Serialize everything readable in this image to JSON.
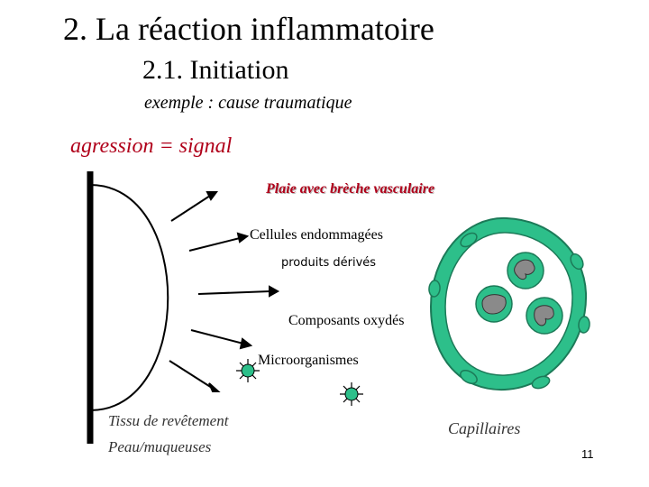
{
  "title": "2. La réaction inflammatoire",
  "subtitle": "2.1. Initiation",
  "example": "exemple : cause traumatique",
  "agression": "agression  = signal",
  "labels": {
    "plaie": "Plaie avec brèche vasculaire",
    "cellules": "Cellules endommagées",
    "produits": "produits dérivés",
    "oxydes": "Composants oxydés",
    "micro": "Microorganismes"
  },
  "tissu": {
    "line1": "Tissu de revêtement",
    "line2": "Peau/muqueuses"
  },
  "capillaires": "Capillaires",
  "page_number": "11",
  "colors": {
    "accent_red": "#b0001a",
    "cell_green": "#2dbf8a",
    "nucleus_gray": "#8a8a8a"
  },
  "icons": [
    "microorganism-icon",
    "capillary-cell-icon"
  ]
}
